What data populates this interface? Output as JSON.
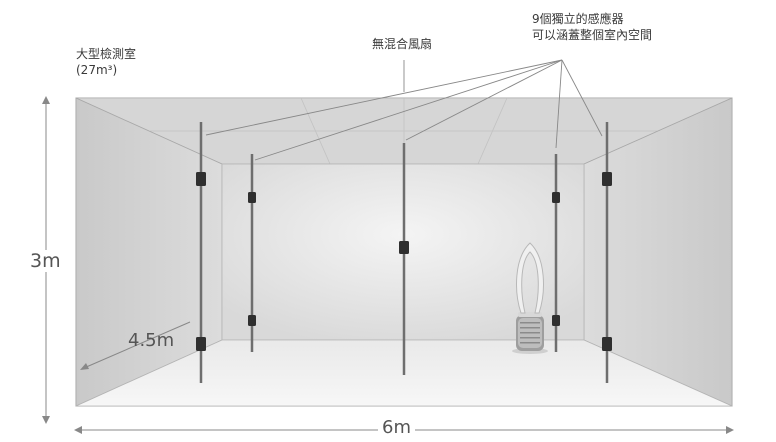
{
  "labels": {
    "chamber_line1": "大型檢測室",
    "chamber_line2": "(27m³)",
    "fan": "無混合風扇",
    "sensors_line1": "9個獨立的感應器",
    "sensors_line2": "可以涵蓋整個室內空間"
  },
  "dimensions": {
    "height": "3m",
    "depth": "4.5m",
    "width": "6m"
  },
  "colors": {
    "wall_outer": "#cfcfcf",
    "wall_back": "#e6e6e6",
    "floor": "#f2f2f2",
    "pole": "#6e6e6e",
    "sensor": "#2f2f2f",
    "line": "#888888"
  }
}
